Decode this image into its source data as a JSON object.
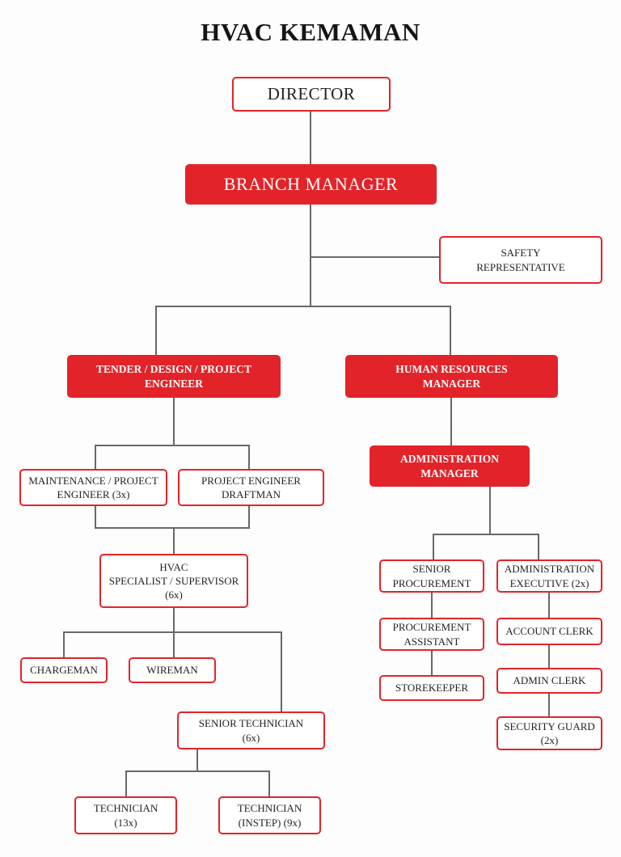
{
  "page": {
    "title": "HVAC KEMAMAN"
  },
  "colors": {
    "accent_red": "#e2242a",
    "connector_gray": "#686868",
    "text_dark": "#231f20",
    "background": "#fdfdfd"
  },
  "nodes": {
    "director": {
      "label": "DIRECTOR",
      "style": "outlined"
    },
    "branch_manager": {
      "label": "BRANCH MANAGER",
      "style": "filled-red"
    },
    "safety_rep": {
      "label": "SAFETY\nREPRESENTATIVE",
      "style": "outlined"
    },
    "tender": {
      "label": "TENDER / DESIGN / PROJECT\nENGINEER",
      "style": "filled-red"
    },
    "hr_manager": {
      "label": "HUMAN RESOURCES\nMANAGER",
      "style": "filled-red"
    },
    "maintenance": {
      "label": "MAINTENANCE / PROJECT\nENGINEER (3x)",
      "style": "outlined"
    },
    "draftman": {
      "label": "PROJECT ENGINEER\nDRAFTMAN",
      "style": "outlined"
    },
    "hvac_specialist": {
      "label": "HVAC\nSPECIALIST / SUPERVISOR\n(6x)",
      "style": "outlined"
    },
    "chargeman": {
      "label": "CHARGEMAN",
      "style": "outlined"
    },
    "wireman": {
      "label": "WIREMAN",
      "style": "outlined"
    },
    "senior_technician": {
      "label": "SENIOR TECHNICIAN\n(6x)",
      "style": "outlined"
    },
    "technician": {
      "label": "TECHNICIAN\n(13x)",
      "style": "outlined"
    },
    "technician_instep": {
      "label": "TECHNICIAN\n(INSTEP) (9x)",
      "style": "outlined"
    },
    "admin_manager": {
      "label": "ADMINISTRATION\nMANAGER",
      "style": "filled-red"
    },
    "senior_procurement": {
      "label": "SENIOR\nPROCUREMENT",
      "style": "outlined"
    },
    "admin_executive": {
      "label": "ADMINISTRATION\nEXECUTIVE (2x)",
      "style": "outlined"
    },
    "procurement_assistant": {
      "label": "PROCUREMENT\nASSISTANT",
      "style": "outlined"
    },
    "account_clerk": {
      "label": "ACCOUNT CLERK",
      "style": "outlined"
    },
    "storekeeper": {
      "label": "STOREKEEPER",
      "style": "outlined"
    },
    "admin_clerk": {
      "label": "ADMIN CLERK",
      "style": "outlined"
    },
    "security_guard": {
      "label": "SECURITY GUARD\n(2x)",
      "style": "outlined"
    }
  }
}
